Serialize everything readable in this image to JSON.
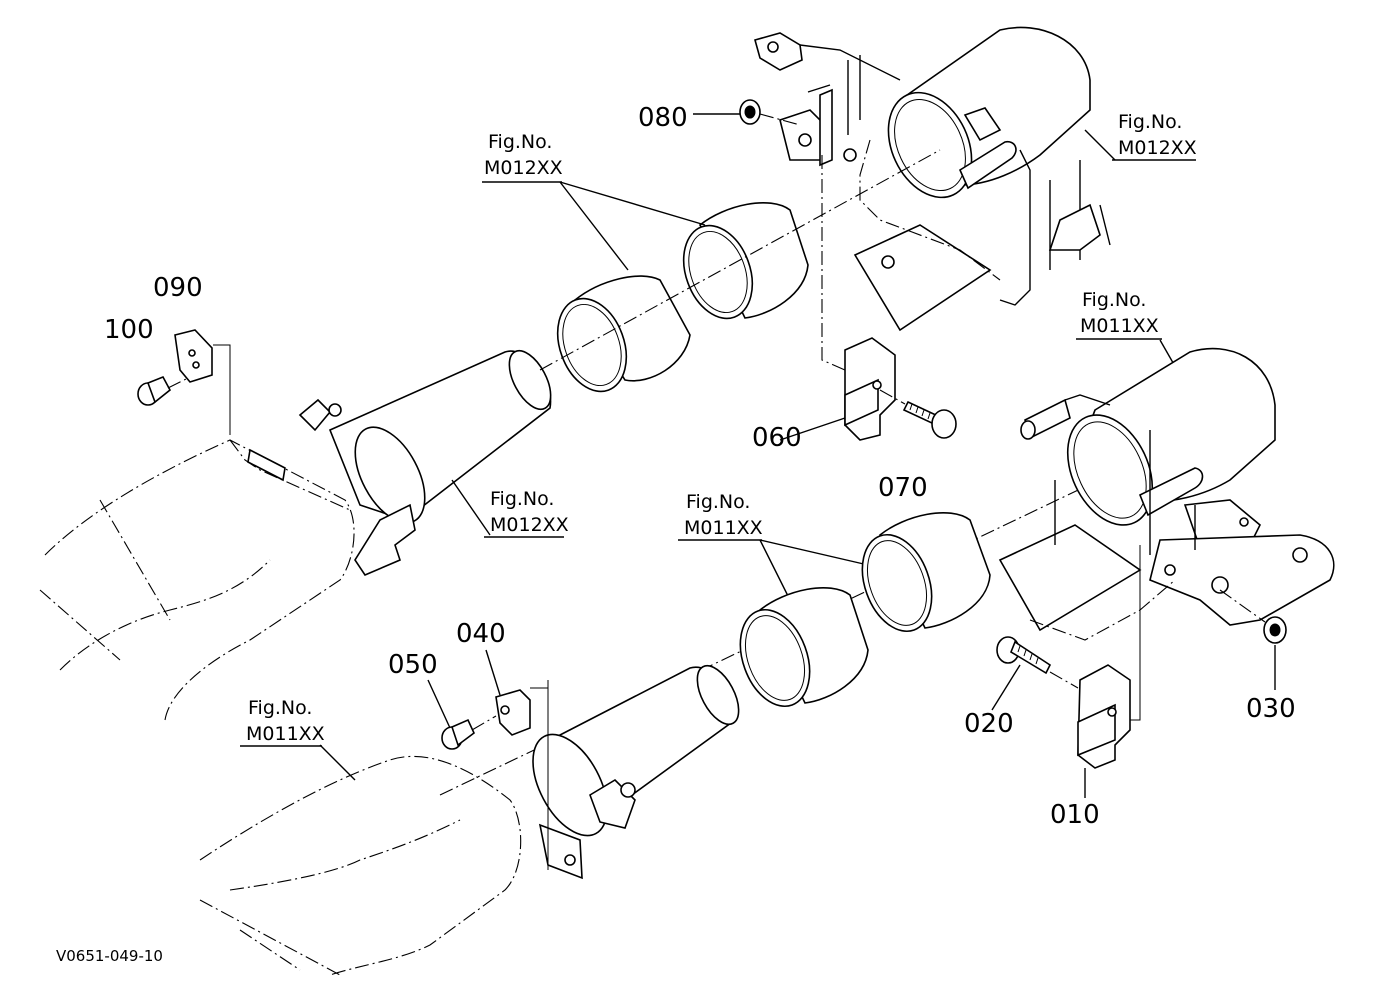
{
  "diagram": {
    "code": "V0651-049-10",
    "fig_refs": [
      {
        "title": "Fig.No.",
        "number": "M012XX"
      },
      {
        "title": "Fig.No.",
        "number": "M012XX"
      },
      {
        "title": "Fig.No.",
        "number": "M012XX"
      },
      {
        "title": "Fig.No.",
        "number": "M011XX"
      },
      {
        "title": "Fig.No.",
        "number": "M011XX"
      },
      {
        "title": "Fig.No.",
        "number": "M011XX"
      }
    ],
    "part_labels": [
      "080",
      "090",
      "100",
      "060",
      "070",
      "040",
      "050",
      "020",
      "010",
      "030"
    ]
  }
}
